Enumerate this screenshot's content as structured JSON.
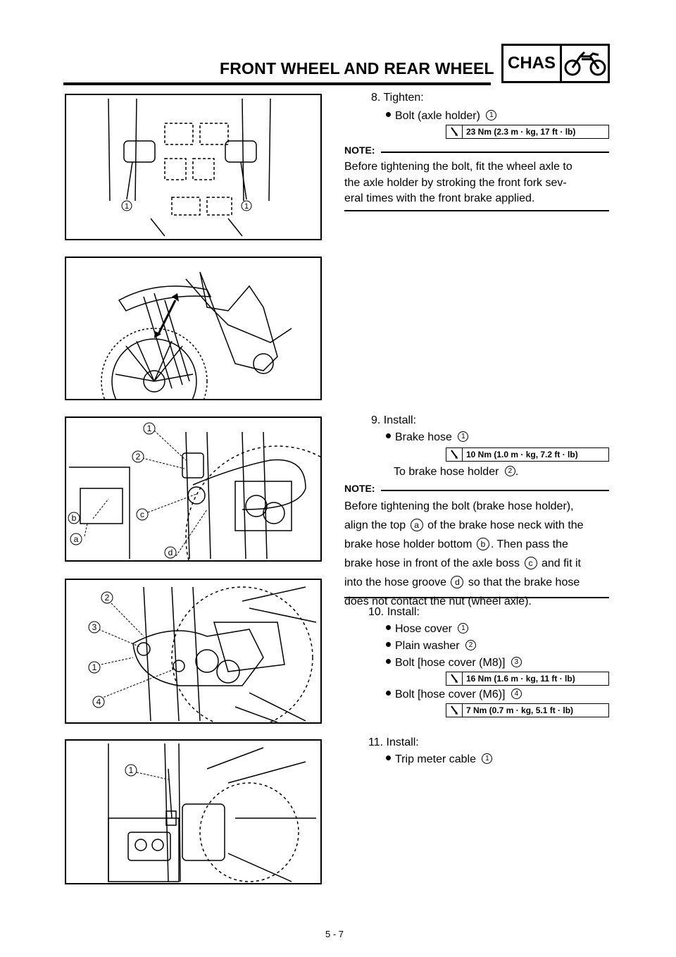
{
  "header": {
    "title": "FRONT WHEEL AND REAR WHEEL",
    "section_code": "CHAS",
    "section_icon": "motorcycle-icon"
  },
  "figures": {
    "fig1": {
      "callouts": [
        "1",
        "1"
      ]
    },
    "fig2": {
      "callouts": []
    },
    "fig3": {
      "callouts": [
        "1",
        "2",
        "c",
        "b",
        "a",
        "d"
      ]
    },
    "fig4": {
      "callouts": [
        "2",
        "3",
        "1",
        "4"
      ]
    },
    "fig5": {
      "callouts": [
        "1"
      ]
    }
  },
  "step8": {
    "heading": "8. Tighten:",
    "items": [
      {
        "text": "Bolt (axle holder)",
        "ref": "1"
      }
    ],
    "torque": "23 Nm (2.3 m · kg, 17 ft · lb)",
    "note_label": "NOTE:",
    "note_lines": [
      "Before tightening the bolt, fit the wheel axle to",
      "the axle holder by stroking the front fork sev-",
      "eral times with the front brake applied."
    ]
  },
  "step9": {
    "heading": "9. Install:",
    "items": [
      {
        "text": "Brake hose",
        "ref": "1"
      }
    ],
    "torque": "10 Nm (1.0 m · kg, 7.2 ft · lb)",
    "sub_text": "To brake hose holder",
    "sub_ref": "2",
    "note_label": "NOTE:",
    "note_segments": [
      "Before tightening the bolt (brake hose holder),",
      "align the top",
      "a",
      "of the brake hose neck with the",
      "brake hose holder bottom",
      "b",
      ". Then pass the",
      "brake hose in front of the axle boss",
      "c",
      "and fit it",
      "into the hose groove",
      "d",
      "so that the brake hose",
      "does not contact the nut (wheel axle)."
    ]
  },
  "step10": {
    "heading": "10. Install:",
    "items": [
      {
        "text": "Hose cover",
        "ref": "1"
      },
      {
        "text": "Plain washer",
        "ref": "2"
      },
      {
        "text": "Bolt [hose cover (M8)]",
        "ref": "3"
      },
      {
        "text": "Bolt [hose cover (M6)]",
        "ref": "4"
      }
    ],
    "torque_m8": "16 Nm (1.6 m · kg, 11 ft · lb)",
    "torque_m6": "7 Nm (0.7 m · kg, 5.1 ft · lb)"
  },
  "step11": {
    "heading": "11. Install:",
    "items": [
      {
        "text": "Trip meter cable",
        "ref": "1"
      }
    ]
  },
  "footer": {
    "page_number": "5 - 7"
  },
  "colors": {
    "ink": "#000000",
    "paper": "#ffffff"
  }
}
